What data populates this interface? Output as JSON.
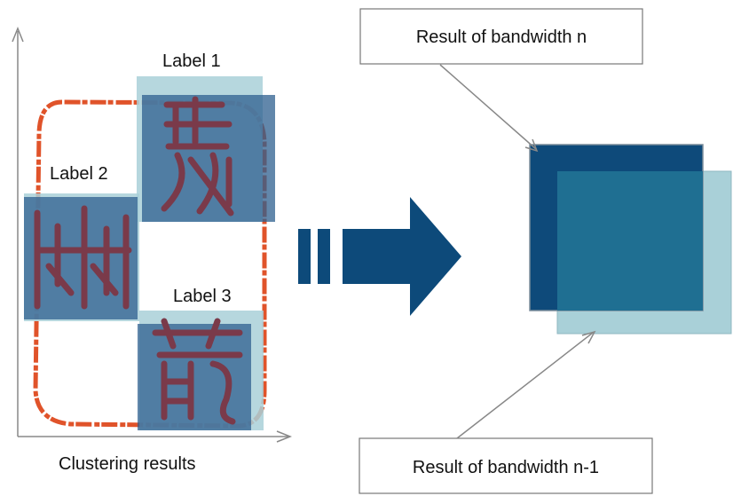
{
  "left_panel": {
    "caption": "Clustering results",
    "labels": [
      "Label 1",
      "Label 2",
      "Label 3"
    ]
  },
  "right_panel": {
    "callout_top": "Result of bandwidth n",
    "callout_bottom": "Result of bandwidth n-1"
  },
  "colors": {
    "dark_box": "#0e4a7a",
    "mid_box": "#1f6f92",
    "light_box": "#a9d0d8",
    "seal_red": "#e0532a",
    "glyph": "#7a3a4a",
    "arrow": "#0d4a7a",
    "axis": "#888888"
  },
  "seal_glyph_icons": [
    "seal-character-top-icon",
    "seal-character-left-icon",
    "seal-character-bottom-icon"
  ]
}
